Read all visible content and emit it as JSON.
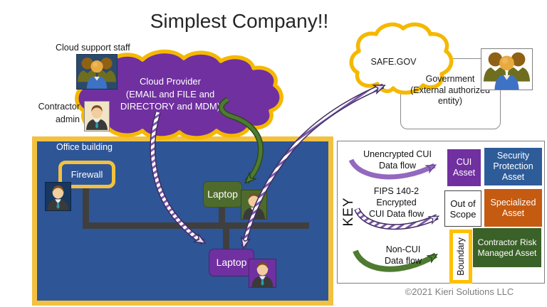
{
  "title": "Simplest Company!!",
  "labels": {
    "cloud_support_staff": "Cloud support staff",
    "contractor_line1": "Contractor",
    "contractor_line2": "admin",
    "office_building": "Office building",
    "firewall": "Firewall",
    "laptop_green": "Laptop",
    "laptop_purple": "Laptop"
  },
  "cloud_provider": {
    "line1": "Cloud Provider",
    "line2": "(EMAIL and FILE and",
    "line3": "DIRECTORY and MDM)"
  },
  "safegov": {
    "label": "SAFE.GOV"
  },
  "government": {
    "line1": "Government",
    "line2": "(External authorized",
    "line3": "entity)"
  },
  "key": {
    "heading": "KEY",
    "unencrypted_line1": "Unencrypted CUI",
    "unencrypted_line2": "Data flow",
    "cui_asset": "CUI Asset",
    "security_asset": "Security Protection Asset",
    "fips_line1": "FIPS 140-2",
    "fips_line2": "Encrypted",
    "fips_line3": "CUI Data flow",
    "out_of_scope": "Out of Scope",
    "specialized_asset": "Specialized Asset",
    "noncui_line1": "Non-CUI",
    "noncui_line2": "Data flow",
    "boundary": "Boundary",
    "contractor_asset": "Contractor Risk Managed Asset"
  },
  "copyright": "©2021 Kieri Solutions LLC",
  "colors": {
    "boundary_gold": "#F2C140",
    "building_blue": "#2E5596",
    "cloud_purple": "#7030A0",
    "security_blue": "#2E5C99",
    "specialized_orange": "#C55A11",
    "contractor_green": "#3A6128",
    "laptop_green": "#4E6B2D",
    "unencrypted_arrow_purple": "#9468BE",
    "noncui_arrow_green": "#4E7B2F",
    "network_line": "#3F3F3F"
  }
}
